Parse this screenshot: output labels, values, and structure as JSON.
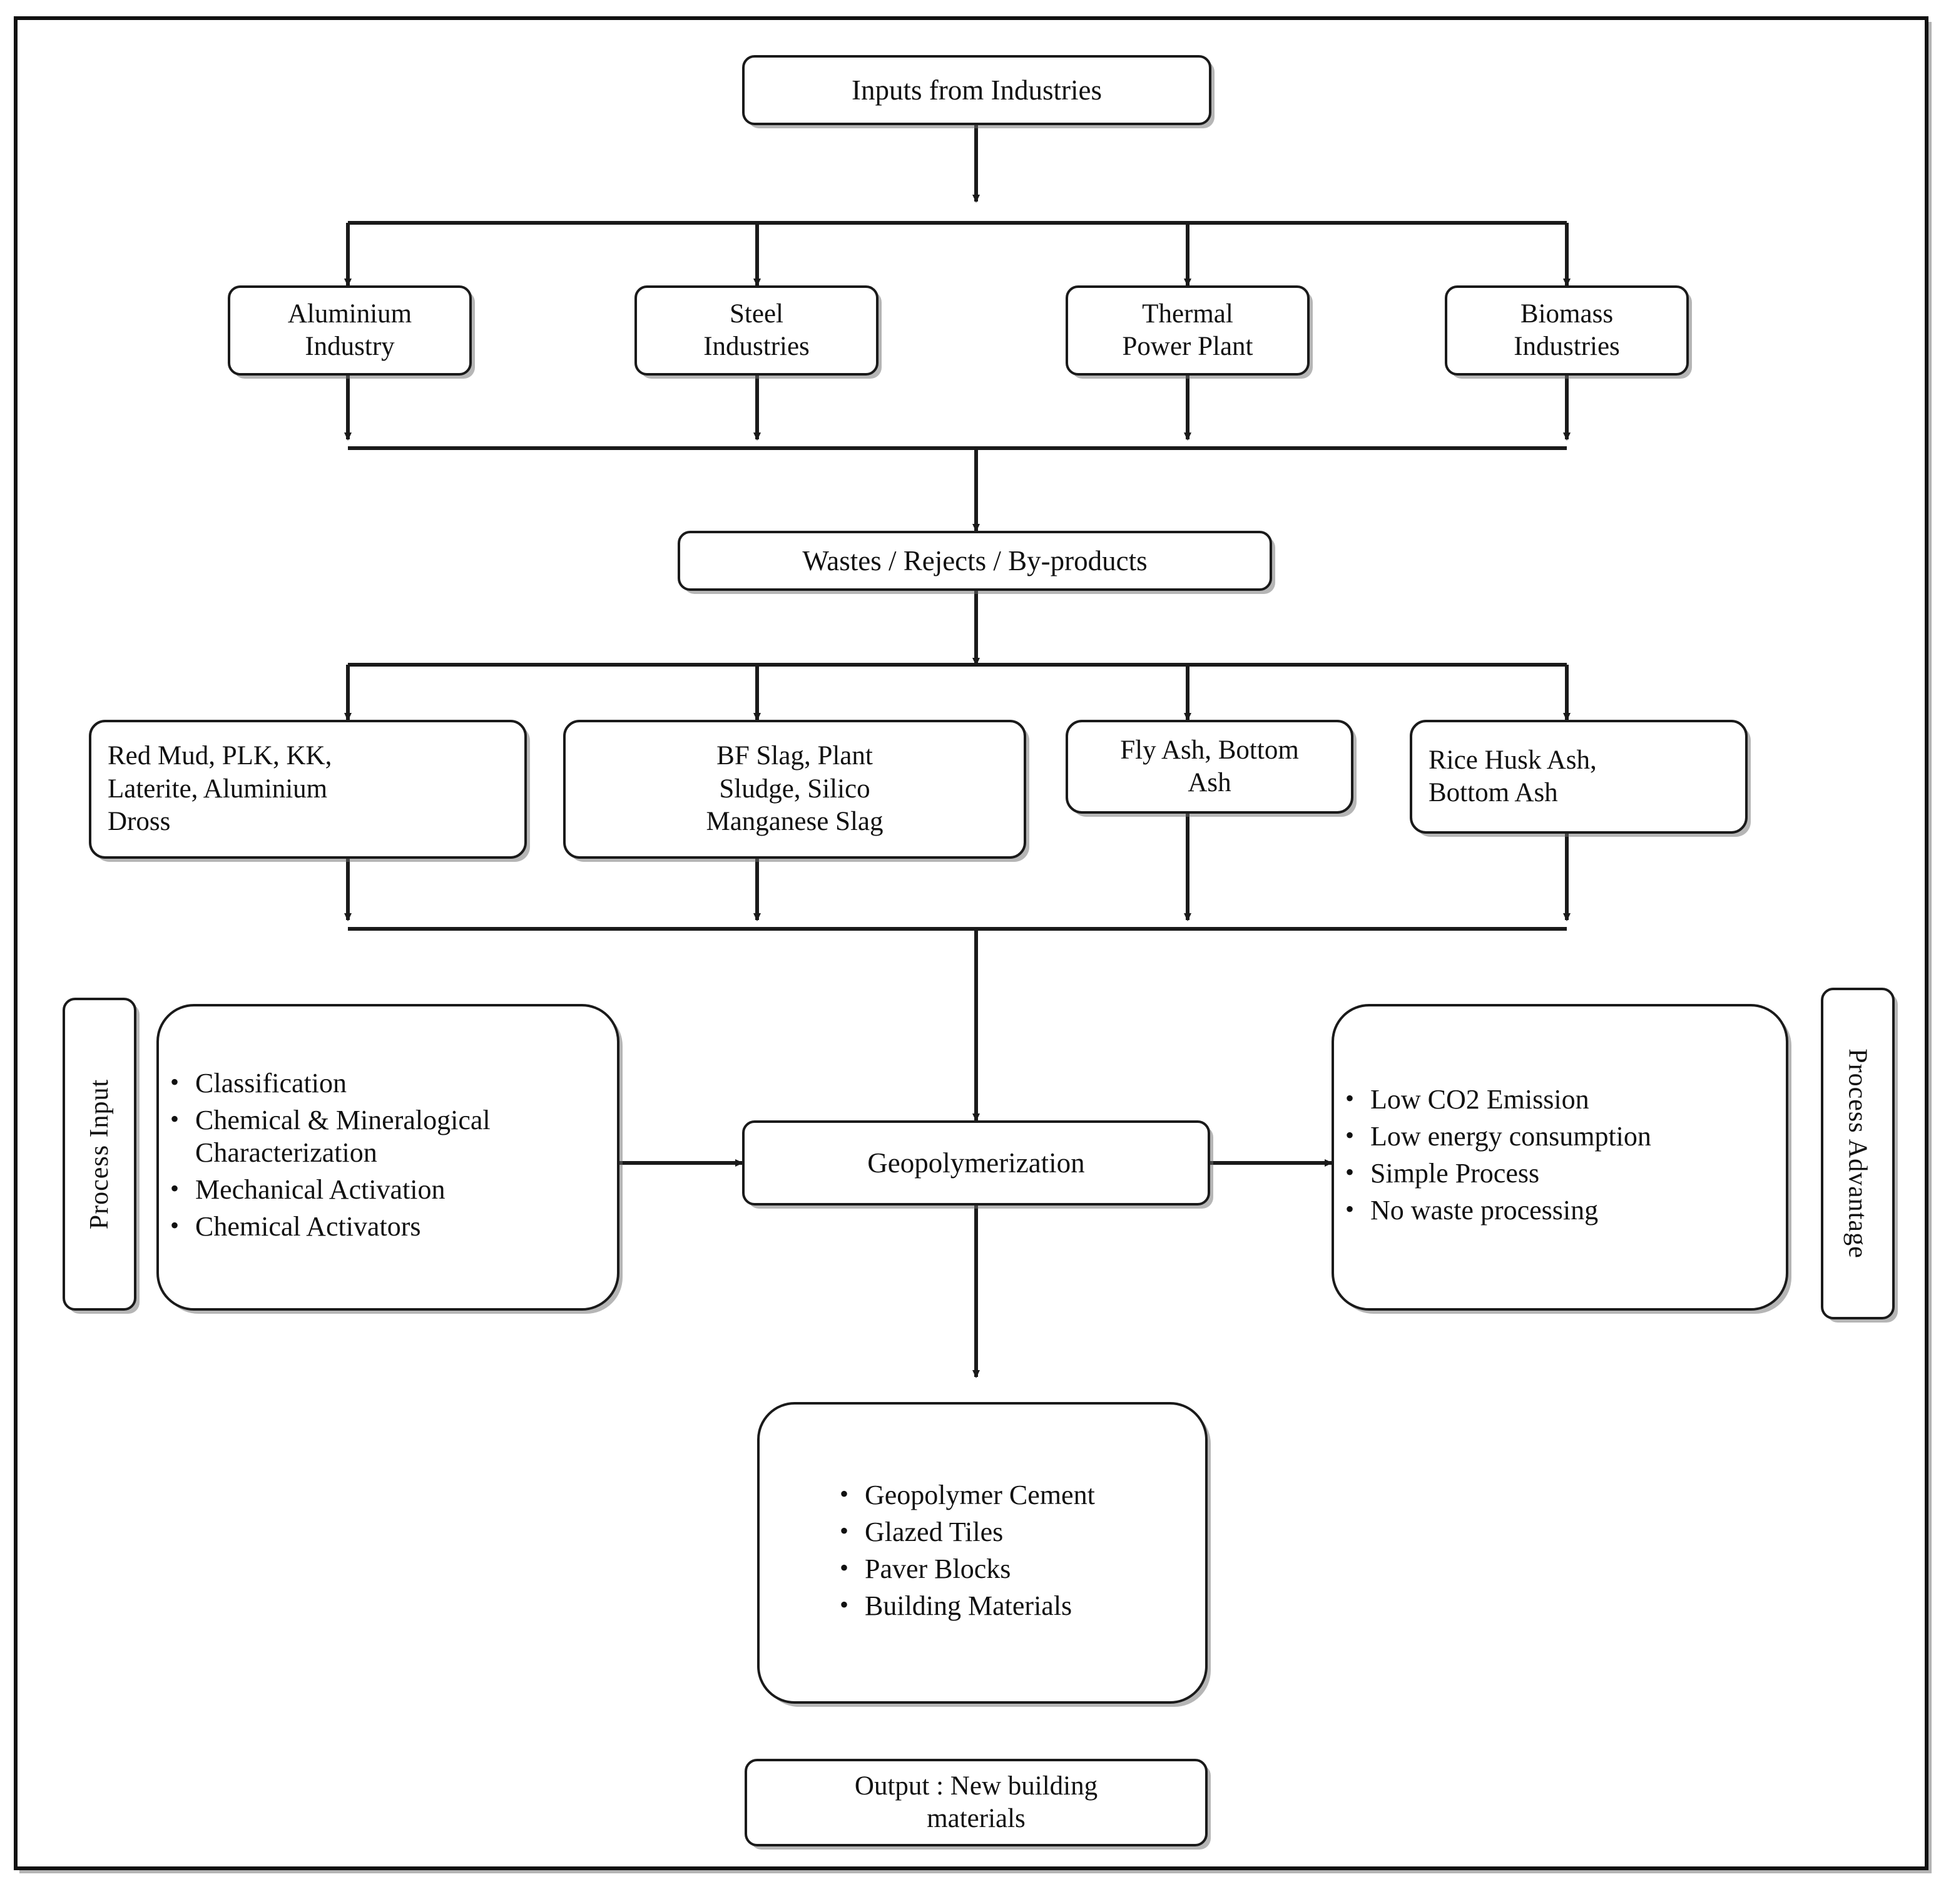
{
  "diagram": {
    "title_node": {
      "label": "Inputs from Industries"
    },
    "industries": [
      {
        "label": "Aluminium\nIndustry"
      },
      {
        "label": "Steel\nIndustries"
      },
      {
        "label": "Thermal\nPower Plant"
      },
      {
        "label": "Biomass\nIndustries"
      }
    ],
    "waste_node": {
      "label": "Wastes / Rejects / By-products"
    },
    "materials": [
      {
        "label": "Red Mud, PLK, KK,\nLaterite, Aluminium\nDross",
        "align": "left"
      },
      {
        "label": "BF Slag, Plant\nSludge, Silico\nManganese Slag",
        "align": "center"
      },
      {
        "label": "Fly Ash,  Bottom\nAsh",
        "align": "center"
      },
      {
        "label": "Rice Husk Ash,\nBottom Ash",
        "align": "left"
      }
    ],
    "process_input": {
      "side_label": "Process Input",
      "items": [
        "Classification",
        "Chemical & Mineralogical Characterization",
        "Mechanical Activation",
        "Chemical Activators"
      ]
    },
    "core_node": {
      "label": "Geopolymerization"
    },
    "process_advantage": {
      "side_label": "Process Advantage",
      "items": [
        "Low CO2  Emission",
        "Low energy consumption",
        "Simple Process",
        "No waste processing"
      ]
    },
    "products": {
      "items": [
        "Geopolymer Cement",
        "Glazed Tiles",
        "Paver Blocks",
        "Building Materials"
      ]
    },
    "output_node": {
      "label": "Output : New building\nmaterials"
    },
    "colors": {
      "stroke": "#1a1a1a",
      "text": "#111111",
      "background": "#ffffff"
    }
  }
}
